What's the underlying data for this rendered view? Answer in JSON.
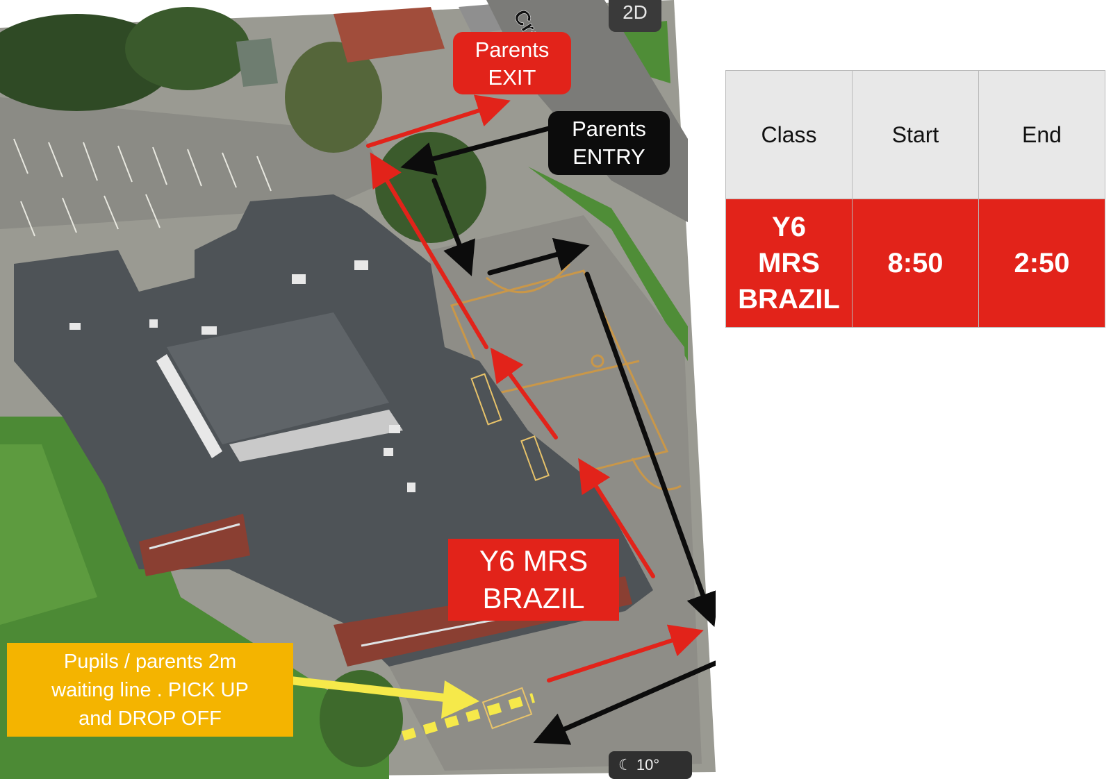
{
  "map": {
    "mode_badge": "2D",
    "street_label": "Crescent",
    "temperature": "10°",
    "labels": {
      "exit": [
        "Parents",
        "EXIT"
      ],
      "entry": [
        "Parents",
        "ENTRY"
      ],
      "class": [
        "Y6 MRS",
        "BRAZIL"
      ],
      "waiting": [
        "Pupils / parents 2m",
        "waiting line . PICK UP",
        "and DROP OFF"
      ]
    },
    "colors": {
      "exit_route": "#e2231a",
      "entry_route": "#0c0c0c",
      "waiting_line": "#f6e94a",
      "info_box": "#f4b400"
    }
  },
  "schedule": {
    "headers": [
      "Class",
      "Start",
      "End"
    ],
    "row": {
      "class_lines": [
        "Y6",
        "MRS",
        "BRAZIL"
      ],
      "start": "8:50",
      "end": "2:50"
    }
  }
}
